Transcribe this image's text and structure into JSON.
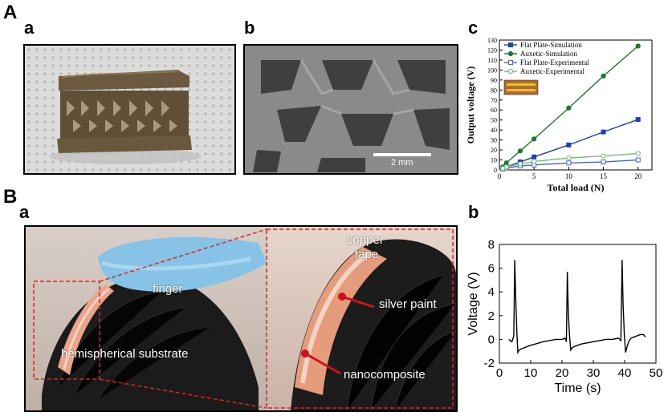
{
  "sections": {
    "A": {
      "letter": "A"
    },
    "B": {
      "letter": "B"
    }
  },
  "panels": {
    "A_a": {
      "letter": "a"
    },
    "A_b": {
      "letter": "b",
      "scale_bar_label": "2 mm"
    },
    "A_c": {
      "letter": "c"
    },
    "B_a": {
      "letter": "a",
      "labels": {
        "finger": "finger",
        "hemispherical_substrate": "hemispherical substrate",
        "copper_tape_line1": "copper",
        "copper_tape_line2": "tape",
        "silver_paint": "silver paint",
        "nanocomposite": "nanocomposite"
      }
    },
    "B_b": {
      "letter": "b"
    }
  },
  "colors": {
    "flat_sim": "#1f3fb5",
    "auxetic_sim": "#1a7a2a",
    "flat_exp": "#4a66d6",
    "auxetic_exp": "#6fc06f",
    "dashed_red": "#d8242a",
    "line_red": "#d0101a"
  },
  "chart_data": [
    {
      "type": "line",
      "xlabel": "Total load (N)",
      "ylabel": "Output voltage (V)",
      "xlim": [
        0,
        22
      ],
      "ylim": [
        0,
        130
      ],
      "xticks": [
        "0",
        "5",
        "10",
        "15",
        "20"
      ],
      "yticks": [
        "0",
        "10",
        "20",
        "30",
        "40",
        "50",
        "60",
        "70",
        "80",
        "90",
        "100",
        "110",
        "120",
        "130"
      ],
      "legend_position": "top-left",
      "series": [
        {
          "name": "Flat Plate-Simulation",
          "marker": "filled-square",
          "x": [
            0,
            0.5,
            1,
            3,
            5,
            10,
            15,
            20
          ],
          "y": [
            0,
            1.5,
            3,
            8,
            13,
            25,
            38,
            50.5
          ]
        },
        {
          "name": "Auxetic-Simulation",
          "marker": "filled-circle",
          "x": [
            0,
            0.5,
            1,
            3,
            5,
            10,
            15,
            20
          ],
          "y": [
            0,
            3,
            7,
            19,
            31,
            62,
            94,
            124
          ]
        },
        {
          "name": "Flat Plate-Experimental",
          "marker": "open-square",
          "x": [
            0,
            0.5,
            1,
            3,
            5,
            10,
            15,
            20
          ],
          "y": [
            0,
            1,
            2,
            4,
            5,
            7,
            8,
            10
          ]
        },
        {
          "name": "Auxetic-Experimental",
          "marker": "open-circle",
          "x": [
            0,
            0.5,
            1,
            3,
            5,
            10,
            15,
            20
          ],
          "y": [
            0,
            1.5,
            3,
            6,
            8.5,
            12,
            14,
            16.5
          ]
        }
      ]
    },
    {
      "type": "line",
      "xlabel": "Time (s)",
      "ylabel": "Voltage (V)",
      "xlim": [
        0,
        50
      ],
      "ylim": [
        -2,
        8
      ],
      "xticks": [
        "0",
        "10",
        "20",
        "30",
        "40",
        "50"
      ],
      "yticks": [
        "-2",
        "0",
        "2",
        "4",
        "6",
        "8"
      ],
      "series": [
        {
          "x": [
            3.0,
            4.0,
            4.6,
            4.9,
            5.3,
            5.6,
            5.9,
            6.3,
            7,
            8,
            9,
            10,
            12,
            14,
            16,
            18,
            20,
            21.0,
            21.4,
            21.7,
            22.0,
            22.4,
            22.8,
            23.3,
            24,
            25,
            26,
            28,
            30,
            32,
            34,
            36,
            38,
            38.8,
            39.2,
            39.5,
            39.9,
            40.3,
            40.8,
            41.3,
            42,
            43,
            44,
            45,
            46,
            46.7
          ],
          "y": [
            0,
            -0.2,
            0.3,
            6.7,
            2.8,
            0.5,
            -1.1,
            -0.9,
            -0.8,
            -0.7,
            -0.6,
            -0.5,
            -0.35,
            -0.2,
            -0.1,
            0.0,
            0.0,
            0.1,
            -0.2,
            5.7,
            2.4,
            0.3,
            -0.9,
            -0.7,
            -0.6,
            -0.5,
            -0.4,
            -0.3,
            -0.2,
            -0.1,
            0.0,
            0.0,
            0.1,
            -0.1,
            6.7,
            3.0,
            0.4,
            -1.1,
            -0.6,
            -0.2,
            0.1,
            0.2,
            0.3,
            0.4,
            0.4,
            0.2
          ]
        }
      ]
    }
  ]
}
